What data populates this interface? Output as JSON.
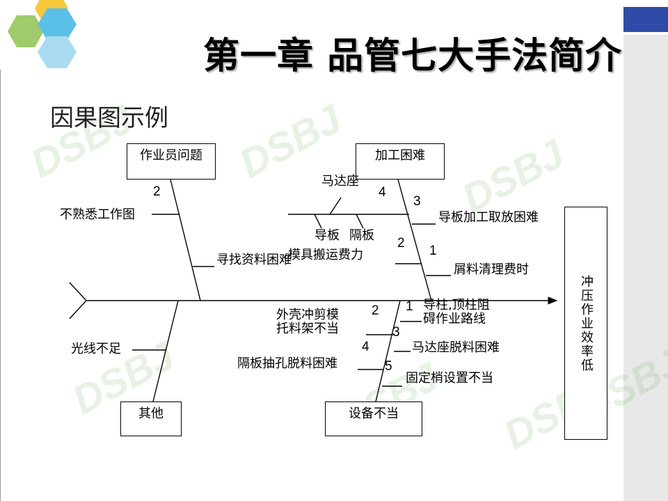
{
  "slide": {
    "title": "第一章  品管七大手法简介",
    "subtitle": "因果图示例",
    "watermark": "DSBJ",
    "colors": {
      "hex_yellow": "#f5c93a",
      "hex_green": "#9fcb6a",
      "hex_blue": "#5bc0e8",
      "hex_blue_light": "#a9dcf2",
      "accent_blue": "#2e4ba8",
      "sidebar_gray": "#e8e8e8",
      "watermark_green": "#5aa84a"
    }
  },
  "diagram": {
    "effect": "冲压作业效率低",
    "categories": {
      "worker": "作业员问题",
      "processing": "加工困难",
      "other": "其他",
      "equipment": "设备不当"
    },
    "causes": {
      "unfamiliar_drawing": "不熟悉工作图",
      "finding_data": "寻找资料困难",
      "motor_seat": "马达座",
      "guide_plate": "导板",
      "spacer": "隔板",
      "guide_loading": "导板加工取放困难",
      "mold_moving": "模具搬运费力",
      "chip_cleaning": "屑料清理费时",
      "insufficient_light": "光线不足",
      "shell_die_1": "外壳冲剪模",
      "shell_die_2": "托料架不当",
      "guide_post_1": "导柱,顶柱阻",
      "guide_post_2": "碍作业路线",
      "motor_seat_stripping": "马达座脱料困难",
      "spacer_hole": "隔板抽孔脱料困难",
      "fixing_pin": "固定梢设置不当"
    },
    "ranks": {
      "worker_2": "2",
      "processing_4": "4",
      "processing_3": "3",
      "processing_2": "2",
      "processing_1": "1",
      "equipment_2": "2",
      "equipment_1": "1",
      "equipment_3": "3",
      "equipment_4": "4",
      "equipment_5": "5"
    }
  }
}
